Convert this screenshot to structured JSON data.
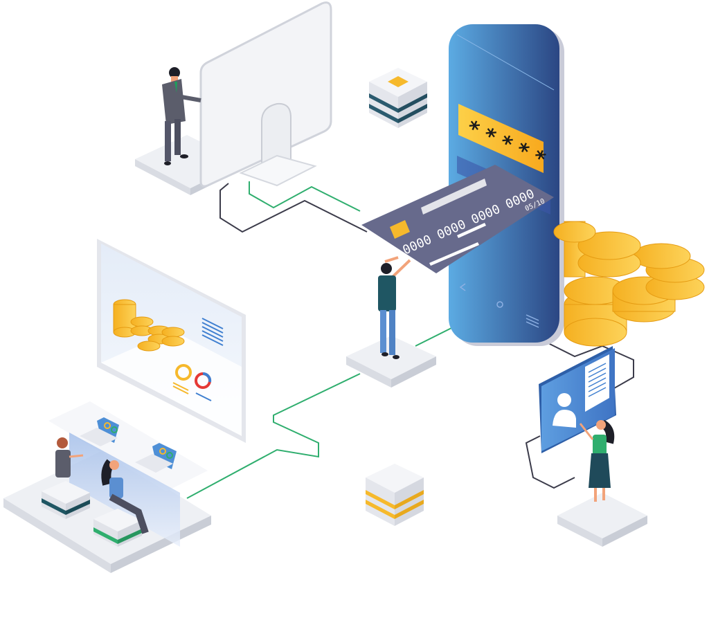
{
  "scene": {
    "type": "isometric-illustration",
    "theme": "online payment / digital banking",
    "background": "#ffffff"
  },
  "phone": {
    "pin_field": "* * * * *",
    "screen_gradient": [
      "#5aa8e0",
      "#2c4a86"
    ],
    "pin_color": "#fcbf2a"
  },
  "credit_card": {
    "number": "0000 0000 0000 0000",
    "expiry": "05/10",
    "card_color": "#676a8c",
    "chip_color": "#f6b92c"
  },
  "dashboard_screen": {
    "chart_colors": [
      "#f6b92c",
      "#e53935",
      "#3f7fd0"
    ]
  },
  "laptops": {
    "count": 2
  },
  "profile_panel": {
    "panel_color": "#4e8fd6"
  },
  "colors": {
    "connector_green": "#2fae6e",
    "connector_dark": "#3b3b4a",
    "coin": "#f7b928",
    "platform": "#eef0f4"
  }
}
